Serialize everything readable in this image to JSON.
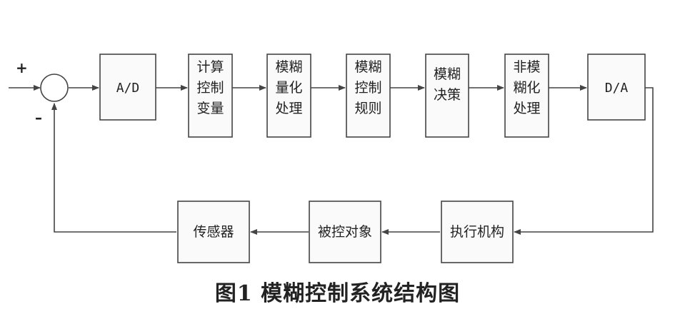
{
  "signs": {
    "plus": "+",
    "minus": "–"
  },
  "blocks": {
    "ad": [
      "A/D"
    ],
    "calc": [
      "计算",
      "控制",
      "变量"
    ],
    "quant": [
      "模糊",
      "量化",
      "处理"
    ],
    "rule": [
      "模糊",
      "控制",
      "规则"
    ],
    "decision": [
      "模糊",
      "决策"
    ],
    "defuzz": [
      "非模",
      "糊化",
      "处理"
    ],
    "da": [
      "D/A"
    ],
    "actuator": [
      "执行机构"
    ],
    "plant": [
      "被控对象"
    ],
    "sensor": [
      "传感器"
    ]
  },
  "caption": "图1   模糊控制系统结构图"
}
